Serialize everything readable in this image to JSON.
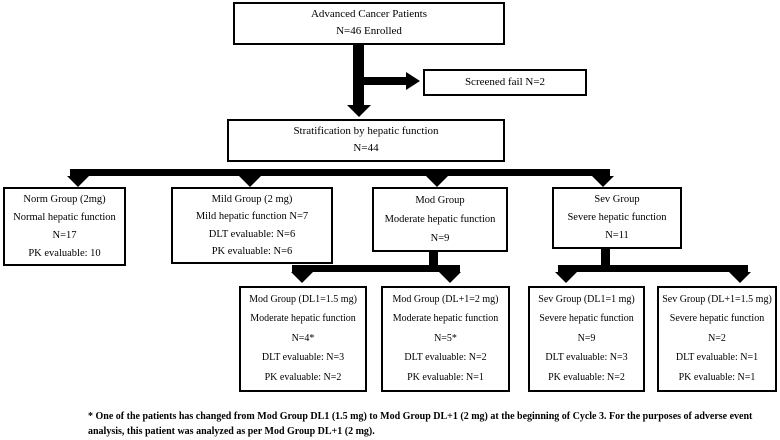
{
  "flow": {
    "enrollment": {
      "lines": [
        "Advanced Cancer Patients",
        "N=46 Enrolled"
      ]
    },
    "screened_fail": {
      "lines": [
        "Screened fail N=2"
      ]
    },
    "stratification": {
      "lines": [
        "Stratification by hepatic function",
        "N=44"
      ]
    },
    "groups": [
      {
        "id": "norm-group",
        "lines": [
          "Norm Group (2mg)",
          "Normal hepatic function",
          "N=17",
          "PK evaluable: 10"
        ]
      },
      {
        "id": "mild-group",
        "lines": [
          "Mild Group (2 mg)",
          "Mild hepatic function N=7",
          "DLT evaluable: N=6",
          "PK evaluable: N=6"
        ]
      },
      {
        "id": "mod-group",
        "lines": [
          "Mod Group",
          "Moderate hepatic function",
          "N=9"
        ]
      },
      {
        "id": "sev-group",
        "lines": [
          "Sev Group",
          "Severe hepatic function",
          "N=11"
        ]
      }
    ],
    "subgroups": [
      {
        "id": "mod-group-dl1",
        "lines": [
          "Mod Group (DL1=1.5 mg)",
          "Moderate hepatic function",
          "N=4*",
          "DLT evaluable: N=3",
          "PK evaluable: N=2"
        ]
      },
      {
        "id": "mod-group-dlp1",
        "lines": [
          "Mod Group (DL+1=2 mg)",
          "Moderate hepatic function",
          "N=5*",
          "DLT evaluable: N=2",
          "PK evaluable: N=1"
        ]
      },
      {
        "id": "sev-group-dl1",
        "lines": [
          "Sev Group (DL1=1 mg)",
          "Severe hepatic function",
          "N=9",
          "DLT evaluable: N=3",
          "PK evaluable: N=2"
        ]
      },
      {
        "id": "sev-group-dlp1",
        "lines": [
          "Sev Group (DL+1=1.5 mg)",
          "Severe hepatic function",
          "N=2",
          "DLT evaluable: N=1",
          "PK evaluable: N=1"
        ]
      }
    ],
    "footnote": {
      "lines": [
        "* One of the patients has changed from Mod Group DL1 (1.5 mg) to Mod Group DL+1 (2 mg) at the beginning of Cycle 3. For the purposes of adverse event",
        "analysis, this patient was analyzed as per Mod Group DL+1 (2 mg)."
      ]
    },
    "colors": {
      "line": "#000000",
      "border": "#000000",
      "background": "#ffffff",
      "text": "#000000"
    }
  }
}
